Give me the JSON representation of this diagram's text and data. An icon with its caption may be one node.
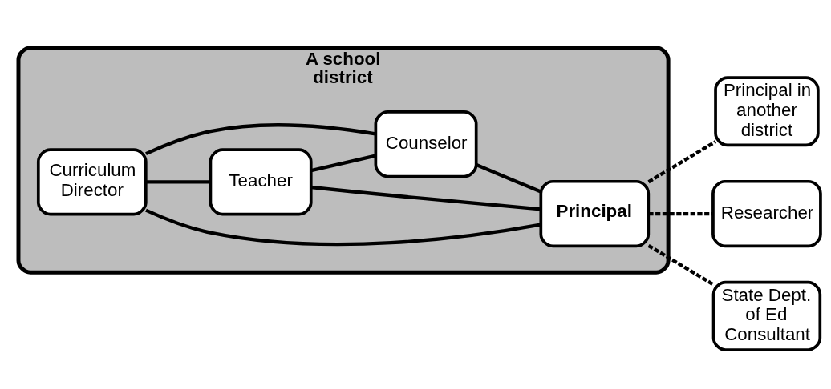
{
  "diagram": {
    "nodes": [
      {
        "text": [
          "A school district"
        ]
      },
      {
        "text": [
          "Teacher"
        ],
        "in": 0
      },
      {
        "text": [
          "Curriculum Director"
        ],
        "in": 0
      },
      {
        "text": [
          "Principal"
        ],
        "in": 0
      },
      {
        "text": [
          "Counselor"
        ],
        "in": 0
      },
      {
        "text": [
          "Principal in another district"
        ]
      },
      {
        "text": [
          "Researcher"
        ]
      },
      {
        "text": [
          "State Dept. of Ed Consultant"
        ]
      }
    ],
    "edges": [
      {
        "from": 2,
        "to": 1,
        "arrow": "none"
      },
      {
        "from": 1,
        "to": 3,
        "arrow": "none"
      },
      {
        "from": 1,
        "to": 4,
        "arrow": "none"
      },
      {
        "from": 2,
        "to": 3,
        "arrow": "none"
      },
      {
        "from": 2,
        "to": 4,
        "arrow": "none"
      },
      {
        "from": 4,
        "to": 3,
        "arrow": "none"
      },
      {
        "from": 3,
        "to": 5,
        "arrow": "none",
        "style": "dashed"
      },
      {
        "from": 3,
        "to": 6,
        "arrow": "none",
        "style": "dashed"
      },
      {
        "from": 3,
        "to": 7,
        "arrow": "none",
        "style": "dashed"
      }
    ]
  }
}
